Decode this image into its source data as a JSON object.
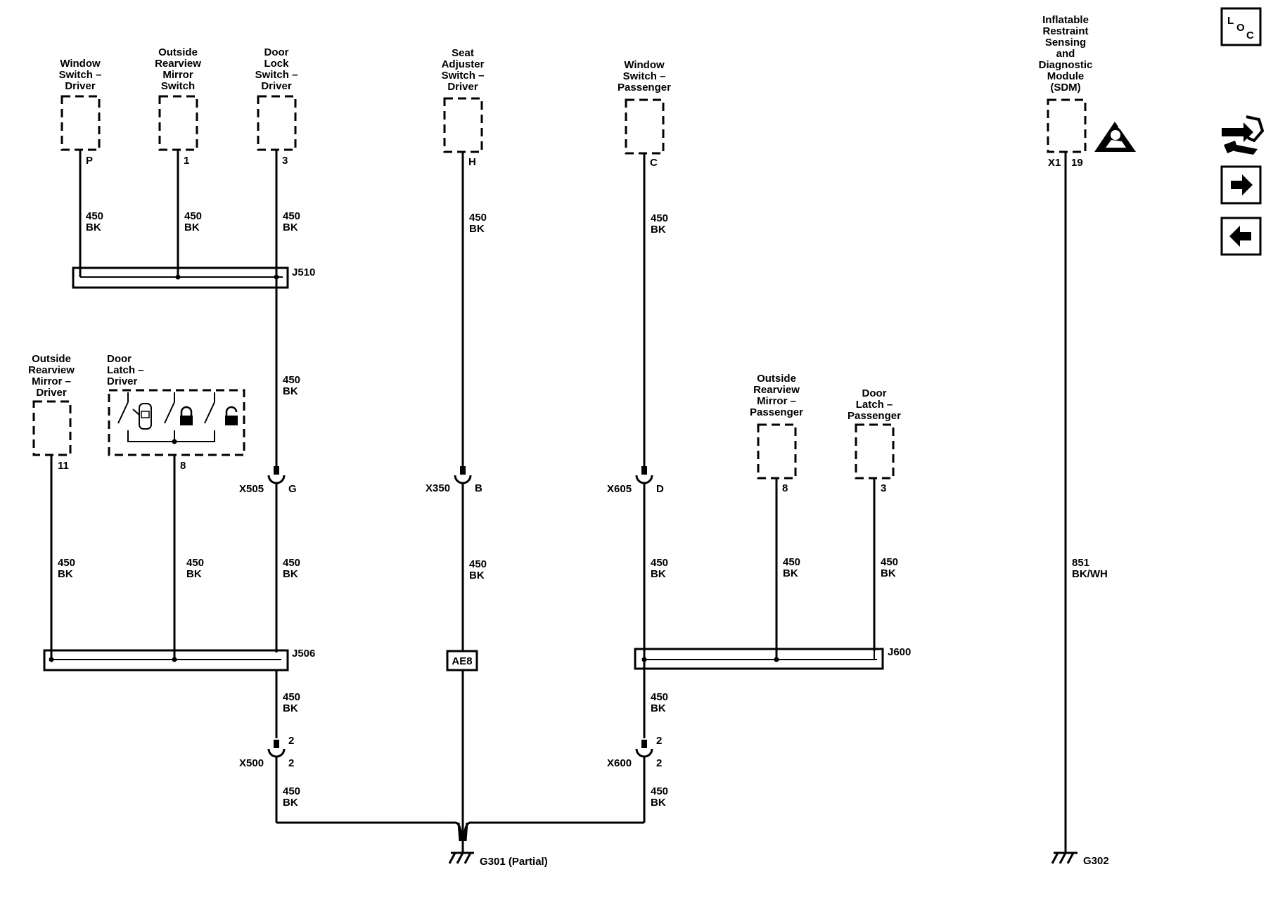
{
  "components": {
    "window_switch_driver": [
      "Window",
      "Switch –",
      "Driver"
    ],
    "outside_mirror_switch": [
      "Outside",
      "Rearview",
      "Mirror",
      "Switch"
    ],
    "door_lock_switch_driver": [
      "Door",
      "Lock",
      "Switch –",
      "Driver"
    ],
    "seat_adjuster_switch_driver": [
      "Seat",
      "Adjuster",
      "Switch –",
      "Driver"
    ],
    "window_switch_passenger": [
      "Window",
      "Switch –",
      "Passenger"
    ],
    "sdm": [
      "Inflatable",
      "Restraint",
      "Sensing",
      "and",
      "Diagnostic",
      "Module",
      "(SDM)"
    ],
    "outside_mirror_driver": [
      "Outside",
      "Rearview",
      "Mirror –",
      "Driver"
    ],
    "door_latch_driver": [
      "Door",
      "Latch –",
      "Driver"
    ],
    "outside_mirror_passenger": [
      "Outside",
      "Rearview",
      "Mirror –",
      "Passenger"
    ],
    "door_latch_passenger": [
      "Door",
      "Latch –",
      "Passenger"
    ]
  },
  "pins": {
    "window_switch_driver": "P",
    "outside_mirror_switch": "1",
    "door_lock_switch_driver": "3",
    "seat_adjuster_switch_driver": "H",
    "window_switch_passenger": "C",
    "sdm_connector": "X1",
    "sdm_pin": "19",
    "outside_mirror_driver": "11",
    "door_latch_driver": "8",
    "outside_mirror_passenger": "8",
    "door_latch_passenger": "3"
  },
  "wire": {
    "circuit": "450",
    "color": "BK",
    "sdm_circuit": "851",
    "sdm_color": "BK/WH"
  },
  "splices": {
    "j510": "J510",
    "j506": "J506",
    "j600": "J600",
    "ae8": "AE8"
  },
  "connectors": {
    "x505": "X505",
    "x505_pin": "G",
    "x350": "X350",
    "x350_pin": "B",
    "x605": "X605",
    "x605_pin": "D",
    "x500": "X500",
    "x500_pin_top": "2",
    "x500_pin": "2",
    "x600": "X600",
    "x600_pin_top": "2",
    "x600_pin": "2"
  },
  "grounds": {
    "g301": "G301 (Partial)",
    "g302": "G302"
  },
  "nav": {
    "loc_l": "L",
    "loc_o": "O",
    "loc_c": "C"
  },
  "icons": {
    "loc": "location-view-icon",
    "connector": "connector-view-icon",
    "next": "arrow-right-icon",
    "prev": "arrow-left-icon",
    "airbag_warning": "airbag-warning-icon",
    "door_open": "door-open-icon",
    "lock": "lock-icon",
    "unlock": "unlock-icon"
  }
}
